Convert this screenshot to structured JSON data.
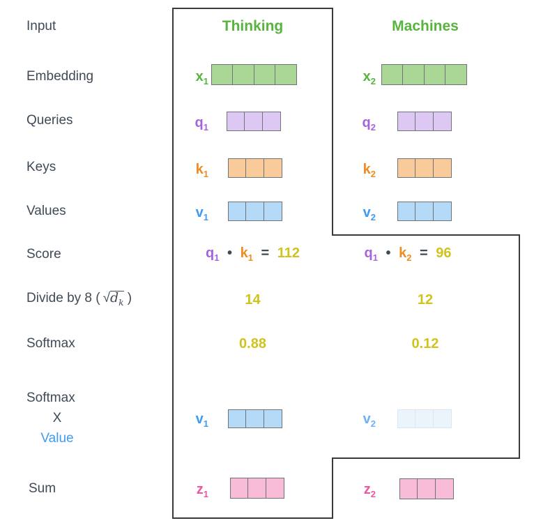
{
  "row_labels": {
    "input": "Input",
    "embedding": "Embedding",
    "queries": "Queries",
    "keys": "Keys",
    "values": "Values",
    "score": "Score",
    "divide": {
      "prefix": "Divide by 8 (",
      "sqrt": "√",
      "base": "d",
      "sub": "k",
      "suffix": ")"
    },
    "softmax": "Softmax",
    "softmax_x_value": {
      "line1": "Softmax",
      "line2": "X",
      "line3": "Value"
    },
    "sum": "Sum"
  },
  "columns": [
    {
      "word": "Thinking",
      "embedding": {
        "base": "x",
        "sub": "1",
        "cells": 4
      },
      "query": {
        "base": "q",
        "sub": "1",
        "cells": 3
      },
      "key": {
        "base": "k",
        "sub": "1",
        "cells": 3
      },
      "value": {
        "base": "v",
        "sub": "1",
        "cells": 3
      },
      "score": {
        "q_base": "q",
        "q_sub": "1",
        "dot": "•",
        "k_base": "k",
        "k_sub": "1",
        "equals": "=",
        "result": "112"
      },
      "divided": "14",
      "softmax": "0.88",
      "weighted_value": {
        "base": "v",
        "sub": "1",
        "cells": 3,
        "faded": false
      },
      "sum": {
        "base": "z",
        "sub": "1",
        "cells": 3
      }
    },
    {
      "word": "Machines",
      "embedding": {
        "base": "x",
        "sub": "2",
        "cells": 4
      },
      "query": {
        "base": "q",
        "sub": "2",
        "cells": 3
      },
      "key": {
        "base": "k",
        "sub": "2",
        "cells": 3
      },
      "value": {
        "base": "v",
        "sub": "2",
        "cells": 3
      },
      "score": {
        "q_base": "q",
        "q_sub": "1",
        "dot": "•",
        "k_base": "k",
        "k_sub": "2",
        "equals": "=",
        "result": "96"
      },
      "divided": "12",
      "softmax": "0.12",
      "weighted_value": {
        "base": "v",
        "sub": "2",
        "cells": 3,
        "faded": true
      },
      "sum": {
        "base": "z",
        "sub": "2",
        "cells": 3
      }
    }
  ],
  "colors": {
    "header_green": "#58b43e",
    "embedding_fill": "#aad795",
    "query_text": "#a763dd",
    "query_fill": "#ddc8f3",
    "key_text": "#ee8b22",
    "key_fill": "#f9cb9b",
    "value_text": "#3e9bf4",
    "value_fill": "#b5daf8",
    "faded_value_fill": "#ecf4fb",
    "sum_text": "#f0569f",
    "sum_fill": "#f8bcd8",
    "number_yellow": "#d0c31e",
    "label_dark": "#3f4a57",
    "outline_stroke": "#3a3a3a"
  }
}
